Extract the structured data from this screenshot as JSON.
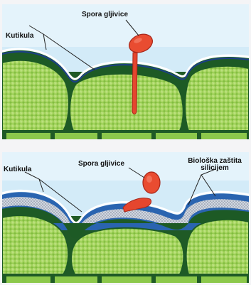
{
  "panel_top": {
    "spore_label": "Spora gljivice",
    "cuticle_label": "Kutikula"
  },
  "panel_bottom": {
    "spore_label": "Spora gljivice",
    "cuticle_label": "Kutikula",
    "protection_label_line1": "Biološka zaštita",
    "protection_label_line2": "silicijem"
  },
  "colors": {
    "sky": "#cfe8f6",
    "cell_green": "#9fd15a",
    "cell_dark_green": "#23602a",
    "cuticle_white": "#ffffff",
    "cuticle_blue": "#1c3f88",
    "silicon_blue": "#2a64b0",
    "spore_red": "#e5462e",
    "background": "#f4f4f6"
  }
}
